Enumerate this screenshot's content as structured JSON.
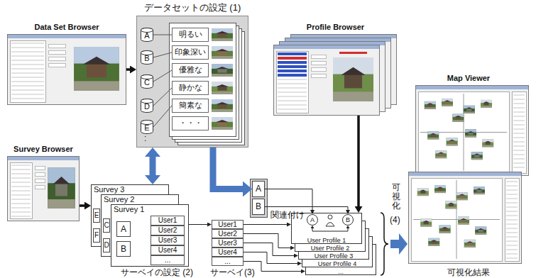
{
  "diagram": {
    "nodes": [
      {
        "text": [
          "Data Set Browser"
        ]
      },
      {
        "text": [
          "データセットの設定 (1)"
        ]
      },
      {
        "text": [
          "A"
        ],
        "in": 1
      },
      {
        "text": [
          "B"
        ],
        "in": 1
      },
      {
        "text": [
          "C"
        ],
        "in": 1
      },
      {
        "text": [
          "D"
        ],
        "in": 1
      },
      {
        "text": [
          "E"
        ],
        "in": 1
      },
      {
        "text": [
          "明るい"
        ],
        "in": 1
      },
      {
        "text": [
          "印象深い"
        ],
        "in": 1
      },
      {
        "text": [
          "優雅な"
        ],
        "in": 1
      },
      {
        "text": [
          "静かな"
        ],
        "in": 1
      },
      {
        "text": [
          "簡素な"
        ],
        "in": 1
      },
      {
        "text": [
          "・・・"
        ],
        "in": 1
      },
      {
        "text": [
          "Profile Browser"
        ]
      },
      {
        "text": [
          "Survey Browser"
        ]
      },
      {
        "text": [
          "Survey 3"
        ]
      },
      {
        "text": [
          "E"
        ],
        "in": 15
      },
      {
        "text": [
          "F"
        ],
        "in": 15
      },
      {
        "text": [
          "Survey 2"
        ]
      },
      {
        "text": [
          "C"
        ],
        "in": 18
      },
      {
        "text": [
          "D"
        ],
        "in": 18
      },
      {
        "text": [
          "Survey 1"
        ]
      },
      {
        "text": [
          "A"
        ],
        "in": 21
      },
      {
        "text": [
          "B"
        ],
        "in": 21
      },
      {
        "text": [
          "User1"
        ],
        "in": 21
      },
      {
        "text": [
          "User2"
        ],
        "in": 21
      },
      {
        "text": [
          "User3"
        ],
        "in": 21
      },
      {
        "text": [
          "User4"
        ],
        "in": 21
      },
      {
        "text": [
          "..."
        ],
        "in": 21
      },
      {
        "text": [
          "A"
        ]
      },
      {
        "text": [
          "B"
        ]
      },
      {
        "text": [
          "User1"
        ]
      },
      {
        "text": [
          "User2"
        ]
      },
      {
        "text": [
          "User3"
        ]
      },
      {
        "text": [
          "User4"
        ]
      },
      {
        "text": [
          "..."
        ]
      },
      {
        "text": [
          "User Profile 1"
        ]
      },
      {
        "text": [
          "A"
        ],
        "in": 36
      },
      {
        "text": [
          "B"
        ],
        "in": 36
      },
      {
        "text": [
          "User Profile 2"
        ]
      },
      {
        "text": [
          "User Profile 3"
        ]
      },
      {
        "text": [
          "User Profile 4"
        ]
      },
      {
        "text": [
          "..."
        ]
      },
      {
        "text": [
          "Map Viewer"
        ]
      }
    ],
    "edges": [
      {
        "from": 0,
        "to": 1,
        "arrow": "to"
      },
      {
        "from": 2,
        "to": 7,
        "arrow": "none"
      },
      {
        "from": 3,
        "to": 8,
        "arrow": "none"
      },
      {
        "from": 4,
        "to": 9,
        "arrow": "none"
      },
      {
        "from": 5,
        "to": 10,
        "arrow": "none"
      },
      {
        "from": 6,
        "to": 11,
        "arrow": "none"
      },
      {
        "from": 1,
        "to": 15,
        "arrow": "both"
      },
      {
        "from": 1,
        "to": 29,
        "arrow": "to"
      },
      {
        "from": 14,
        "to": 15,
        "arrow": "to"
      },
      {
        "from": 21,
        "to": 31,
        "arrow": "to"
      },
      {
        "from": 29,
        "to": 37,
        "arrow": "to"
      },
      {
        "from": 30,
        "to": 38,
        "arrow": "to"
      },
      {
        "from": 31,
        "to": 36,
        "arrow": "to"
      },
      {
        "from": 32,
        "to": 39,
        "arrow": "to"
      },
      {
        "from": 33,
        "to": 40,
        "arrow": "to"
      },
      {
        "from": 34,
        "to": 41,
        "arrow": "to"
      },
      {
        "from": 35,
        "to": 42,
        "arrow": "to"
      },
      {
        "from": 13,
        "to": 36,
        "arrow": "to"
      },
      {
        "from": 37,
        "to": 38,
        "arrow": "both"
      }
    ],
    "labels": [
      ":",
      "サーベイの設定 (2)",
      "サーベイ(3)",
      "関連付け",
      "可視化",
      "(4)",
      "可視化結果"
    ]
  }
}
